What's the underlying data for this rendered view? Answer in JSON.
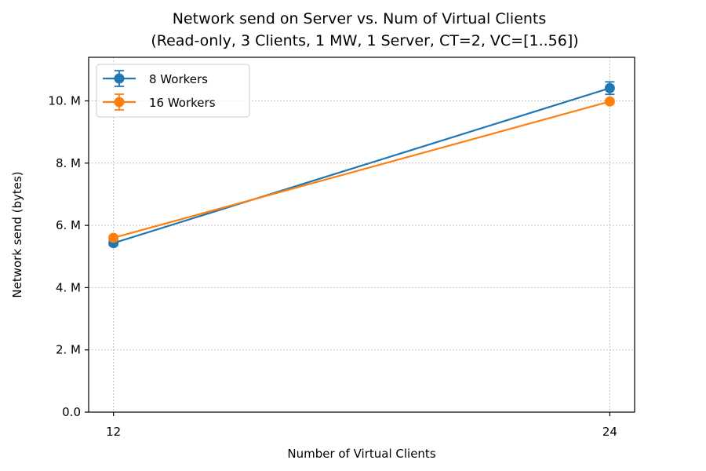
{
  "chart_data": {
    "type": "line",
    "title": "Network send on Server vs. Num of Virtual Clients",
    "subtitle": "(Read-only, 3 Clients, 1 MW, 1 Server, CT=2, VC=[1..56])",
    "xlabel": "Number of Virtual Clients",
    "ylabel": "Network send (bytes)",
    "x": [
      12,
      24
    ],
    "xticks": [
      "12",
      "24"
    ],
    "xlim": [
      11.4,
      24.6
    ],
    "yticks": [
      {
        "value": 0,
        "label": "0.0"
      },
      {
        "value": 2000000,
        "label": "2. M"
      },
      {
        "value": 4000000,
        "label": "4. M"
      },
      {
        "value": 6000000,
        "label": "6. M"
      },
      {
        "value": 8000000,
        "label": "8. M"
      },
      {
        "value": 10000000,
        "label": "10. M"
      }
    ],
    "ylim": [
      0,
      11400000
    ],
    "grid": true,
    "legend_position": "top-left",
    "series": [
      {
        "name": "8 Workers",
        "color": "#1f77b4",
        "values": [
          5430000,
          10410000
        ],
        "errors": [
          80000,
          200000
        ]
      },
      {
        "name": "16 Workers",
        "color": "#ff7f0e",
        "values": [
          5600000,
          9980000
        ],
        "errors": [
          60000,
          60000
        ]
      }
    ]
  }
}
